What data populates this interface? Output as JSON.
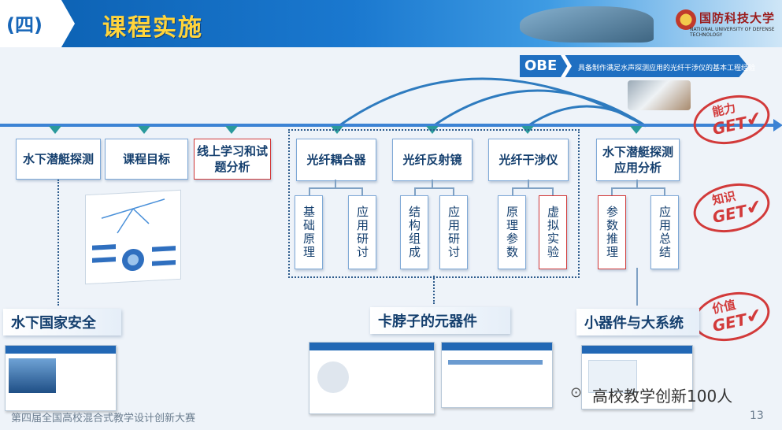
{
  "header": {
    "section": "(四)",
    "title": "课程实施",
    "university_cn": "国防科技大学",
    "university_en": "NATIONAL UNIVERSITY OF DEFENSE TECHNOLOGY"
  },
  "obe": {
    "label": "OBE",
    "text": "具备制作满足水声探测应用的光纤干涉仪的基本工程经验"
  },
  "top_boxes": [
    {
      "label": "水下潜艇探测"
    },
    {
      "label": "课程目标"
    },
    {
      "label": "线上学习和试题分析"
    },
    {
      "label": "光纤耦合器"
    },
    {
      "label": "光纤反射镜"
    },
    {
      "label": "光纤干涉仪"
    },
    {
      "label": "水下潜艇探测应用分析"
    }
  ],
  "sub_boxes": [
    {
      "label": "基础原理"
    },
    {
      "label": "应用研讨"
    },
    {
      "label": "结构组成"
    },
    {
      "label": "应用研讨"
    },
    {
      "label": "原理参数"
    },
    {
      "label": "虚拟实验"
    },
    {
      "label": "参数推理"
    },
    {
      "label": "应用总结"
    }
  ],
  "stamps": [
    {
      "top": "能力",
      "get": "GET"
    },
    {
      "top": "知识",
      "get": "GET"
    },
    {
      "top": "价值",
      "get": "GET"
    }
  ],
  "bottom_labels": [
    {
      "label": "水下国家安全"
    },
    {
      "label": "卡脖子的元器件"
    },
    {
      "label": "小器件与大系统"
    }
  ],
  "footer": {
    "text": "第四届全国高校混合式教学设计创新大赛",
    "page": "13",
    "watermark": "高校教学创新100人"
  },
  "colors": {
    "primary": "#1766b8",
    "title": "#ffd43b",
    "red": "#d23a3a",
    "text": "#143f6e"
  }
}
